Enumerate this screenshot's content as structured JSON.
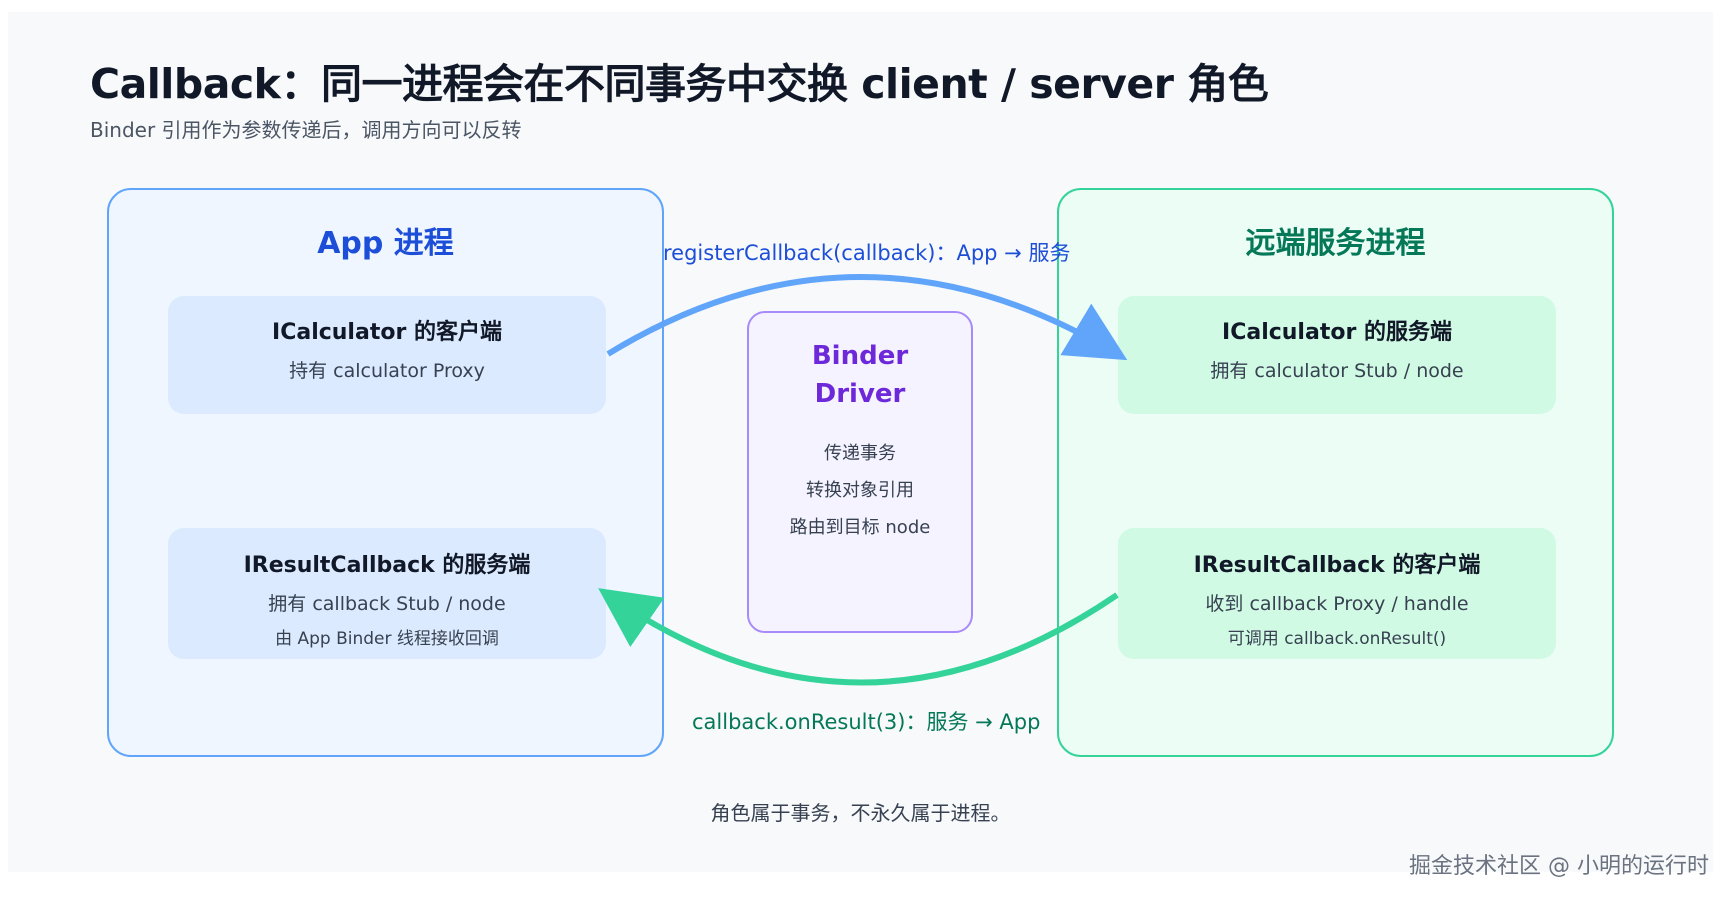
{
  "header": {
    "title": "Callback：同一进程会在不同事务中交换 client / server 角色",
    "subtitle": "Binder 引用作为参数传递后，调用方向可以反转"
  },
  "app_process": {
    "title": "App 进程",
    "top_card": {
      "title": "ICalculator 的客户端",
      "line1": "持有 calculator Proxy"
    },
    "bottom_card": {
      "title": "IResultCallback 的服务端",
      "line1": "拥有 callback Stub / node",
      "line2": "由 App Binder 线程接收回调"
    }
  },
  "remote_process": {
    "title": "远端服务进程",
    "top_card": {
      "title": "ICalculator 的服务端",
      "line1": "拥有 calculator Stub / node"
    },
    "bottom_card": {
      "title": "IResultCallback 的客户端",
      "line1": "收到 callback Proxy / handle",
      "line2": "可调用 callback.onResult()"
    }
  },
  "driver": {
    "title_line1": "Binder",
    "title_line2": "Driver",
    "lines": [
      "传递事务",
      "转换对象引用",
      "路由到目标 node"
    ]
  },
  "arrows": {
    "register_label": "registerCallback(callback)：App → 服务",
    "register_color": "#60a5fa",
    "result_label": "callback.onResult(3)：服务 → App",
    "result_color": "#34d399"
  },
  "footnote": "角色属于事务，不永久属于进程。",
  "watermark": "掘金技术社区 @ 小明的运行时"
}
